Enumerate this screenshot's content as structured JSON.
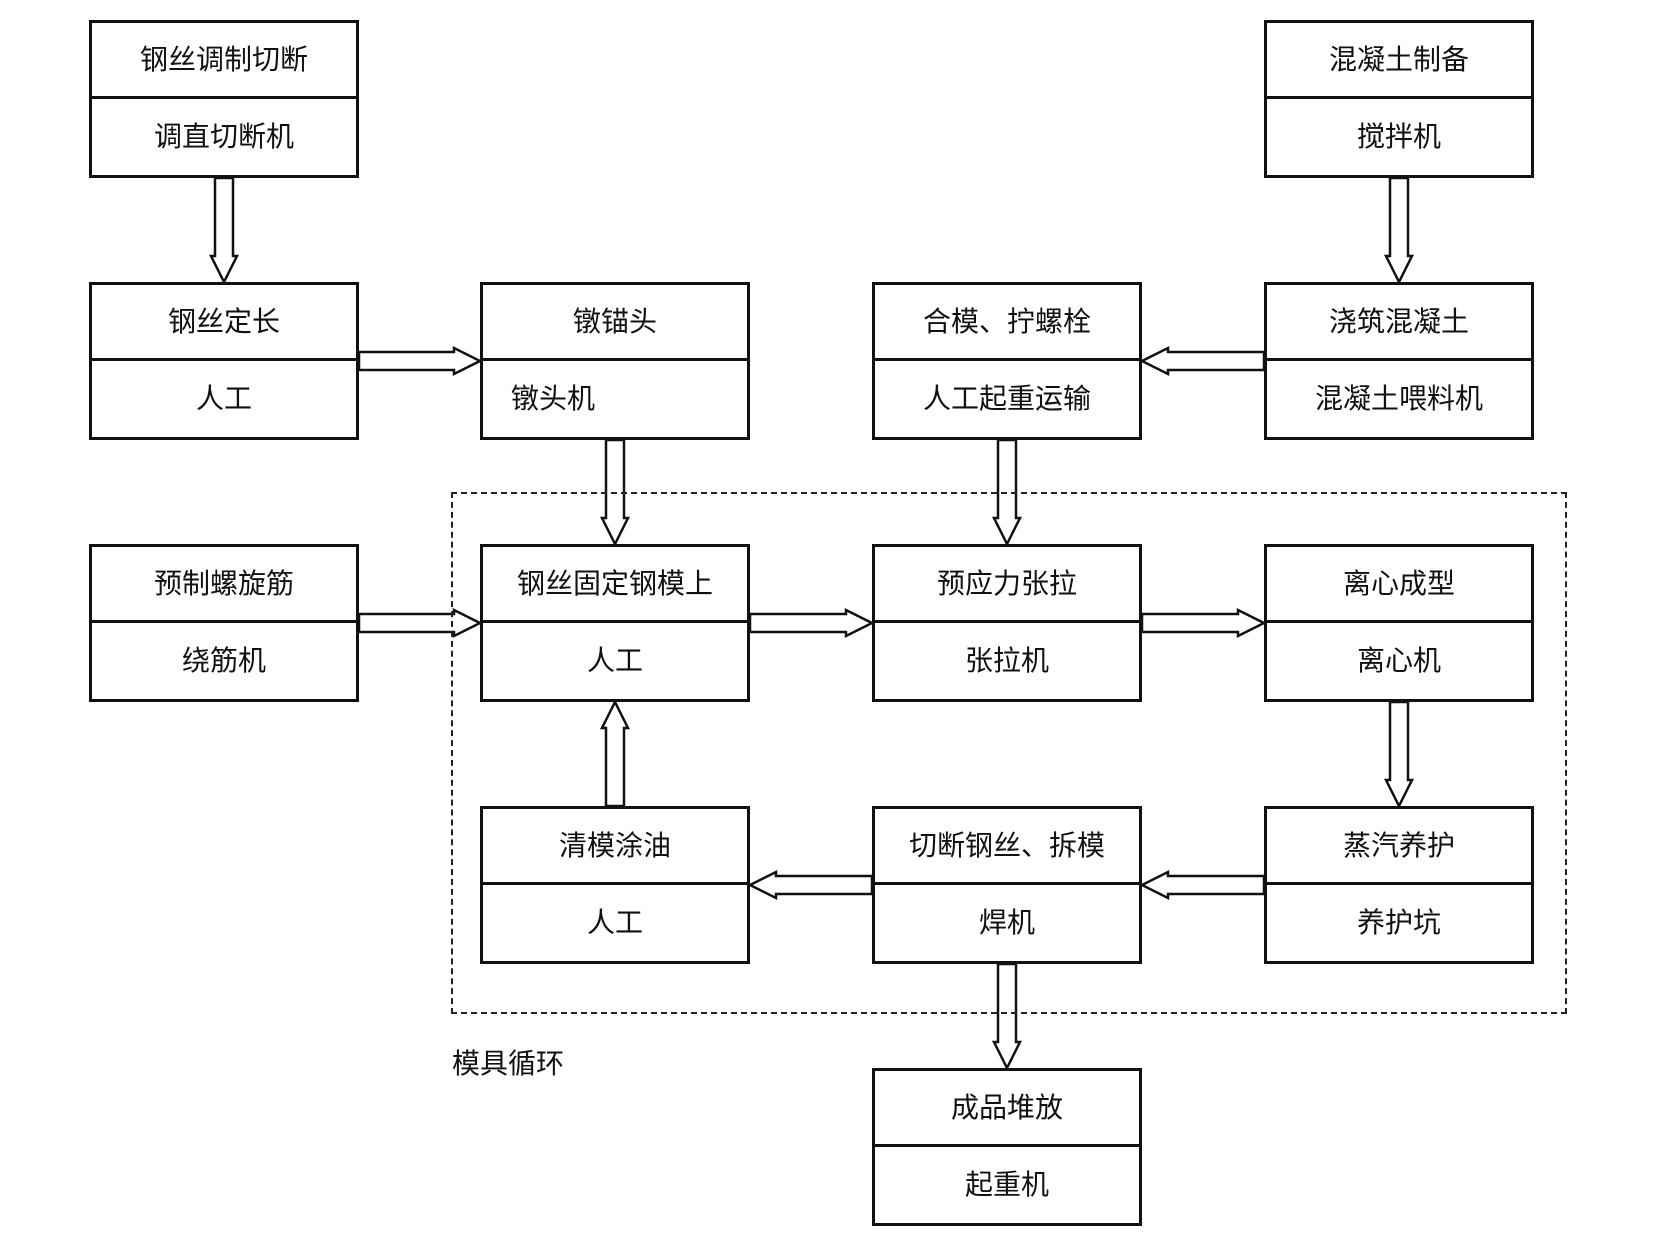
{
  "nodes": [
    {
      "id": "wire-cut",
      "process": "钢丝调制切断",
      "equipment": "调直切断机"
    },
    {
      "id": "concrete-prep",
      "process": "混凝土制备",
      "equipment": "搅拌机"
    },
    {
      "id": "wire-length",
      "process": "钢丝定长",
      "equipment": "人工"
    },
    {
      "id": "upset-anchor",
      "process": "镦锚头",
      "equipment": "镦头机"
    },
    {
      "id": "close-mold",
      "process": "合模、拧螺栓",
      "equipment": "人工起重运输"
    },
    {
      "id": "pour-concrete",
      "process": "浇筑混凝土",
      "equipment": "混凝土喂料机"
    },
    {
      "id": "spiral-bar",
      "process": "预制螺旋筋",
      "equipment": "绕筋机"
    },
    {
      "id": "fix-wire",
      "process": "钢丝固定钢模上",
      "equipment": "人工"
    },
    {
      "id": "prestress",
      "process": "预应力张拉",
      "equipment": "张拉机"
    },
    {
      "id": "centrifugal",
      "process": "离心成型",
      "equipment": "离心机"
    },
    {
      "id": "clean-mold",
      "process": "清模涂油",
      "equipment": "人工"
    },
    {
      "id": "cut-demold",
      "process": "切断钢丝、拆模",
      "equipment": "焊机"
    },
    {
      "id": "steam-cure",
      "process": "蒸汽养护",
      "equipment": "养护坑"
    },
    {
      "id": "product-stack",
      "process": "成品堆放",
      "equipment": "起重机"
    }
  ],
  "edges": [
    {
      "from": "wire-cut",
      "to": "wire-length"
    },
    {
      "from": "wire-length",
      "to": "upset-anchor"
    },
    {
      "from": "upset-anchor",
      "to": "fix-wire"
    },
    {
      "from": "concrete-prep",
      "to": "pour-concrete"
    },
    {
      "from": "pour-concrete",
      "to": "close-mold"
    },
    {
      "from": "close-mold",
      "to": "prestress"
    },
    {
      "from": "spiral-bar",
      "to": "fix-wire"
    },
    {
      "from": "fix-wire",
      "to": "prestress"
    },
    {
      "from": "prestress",
      "to": "centrifugal"
    },
    {
      "from": "centrifugal",
      "to": "steam-cure"
    },
    {
      "from": "steam-cure",
      "to": "cut-demold"
    },
    {
      "from": "cut-demold",
      "to": "clean-mold"
    },
    {
      "from": "clean-mold",
      "to": "fix-wire"
    },
    {
      "from": "cut-demold",
      "to": "product-stack"
    }
  ],
  "loop": {
    "label": "模具循环"
  },
  "colors": {
    "stroke": "#111111",
    "background": "#ffffff"
  }
}
